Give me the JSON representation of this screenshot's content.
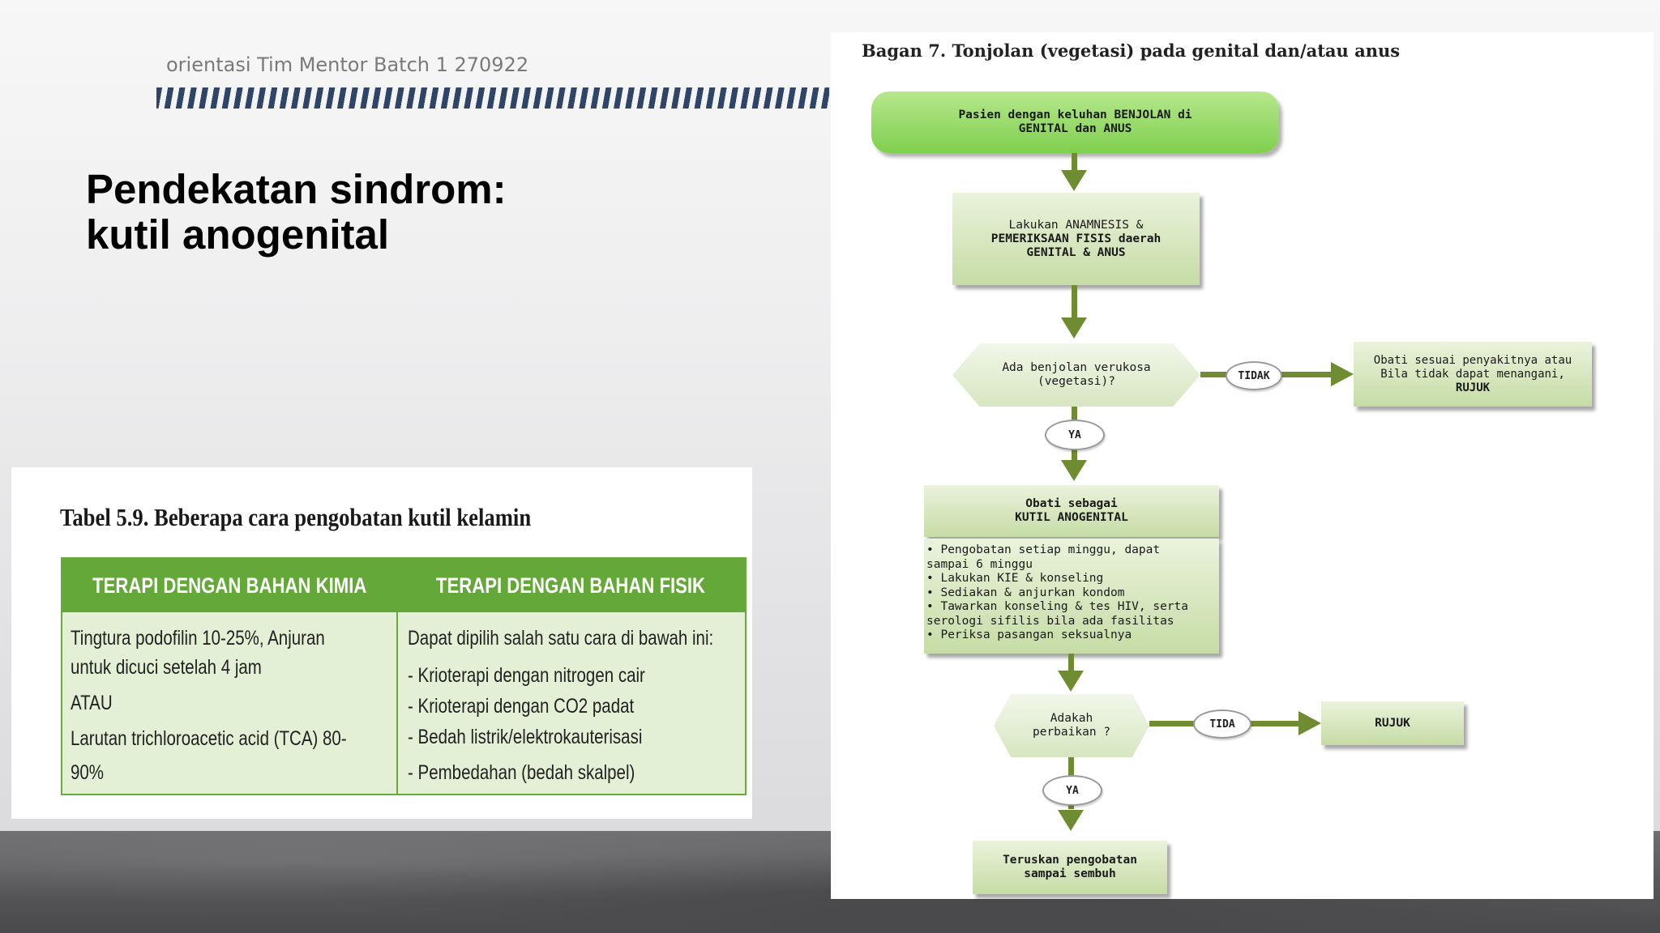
{
  "slide": {
    "header": "orientasi Tim Mentor Batch 1 270922",
    "title_line1": "Pendekatan sindrom:",
    "title_line2": "kutil anogenital"
  },
  "table": {
    "caption": "Tabel 5.9. Beberapa cara pengobatan kutil kelamin",
    "headers": [
      "TERAPI DENGAN BAHAN KIMIA",
      "TERAPI DENGAN BAHAN FISIK"
    ],
    "col1": [
      "Tingtura   podofilin   10-25%,   Anjuran",
      "untuk dicuci setelah 4 jam",
      "ATAU",
      "Larutan  trichloroacetic  acid  (TCA)  80-",
      "90%"
    ],
    "col2": [
      "Dapat dipilih salah satu cara di bawah ini:",
      "- Krioterapi dengan nitrogen cair",
      "- Krioterapi dengan CO2 padat",
      "- Bedah listrik/elektrokauterisasi",
      "- Pembedahan (bedah skalpel)"
    ]
  },
  "flowchart": {
    "title": "Bagan 7. Tonjolan (vegetasi) pada genital dan/atau anus",
    "start": [
      "Pasien dengan keluhan BENJOLAN di",
      "GENITAL dan ANUS"
    ],
    "step1": [
      "Lakukan ANAMNESIS &",
      "PEMERIKSAAN FISIS daerah",
      "GENITAL & ANUS"
    ],
    "decision1": [
      "Ada benjolan verukosa",
      "(vegetasi)?"
    ],
    "no1_label": "TIDAK",
    "no1_box": [
      "Obati sesuai penyakitnya atau",
      "Bila tidak dapat menangani,",
      "RUJUK"
    ],
    "yes1_label": "YA",
    "treat_title": [
      "Obati sebagai",
      "KUTIL ANOGENITAL"
    ],
    "treat_items": [
      "Pengobatan setiap minggu, dapat",
      "  sampai 6 minggu",
      "Lakukan KIE & konseling",
      "Sediakan & anjurkan kondom",
      "Tawarkan konseling & tes HIV, serta",
      "  serologi sifilis bila ada fasilitas",
      "Periksa pasangan seksualnya"
    ],
    "decision2": [
      "Adakah",
      "perbaikan ?"
    ],
    "no2_label": "TIDA",
    "no2_box": "RUJUK",
    "yes2_label": "YA",
    "end": [
      "Teruskan pengobatan",
      "sampai sembuh"
    ]
  }
}
